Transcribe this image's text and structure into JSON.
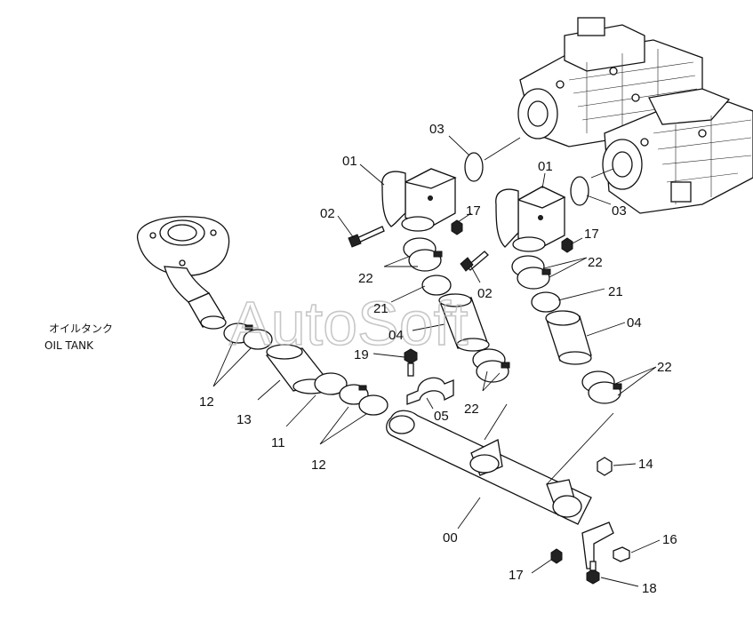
{
  "watermark": "AutoSoft",
  "tank_label": {
    "line1": "オイルタンク",
    "line2": "OIL TANK"
  },
  "callouts": {
    "c00": "00",
    "c01a": "01",
    "c01b": "01",
    "c02a": "02",
    "c02b": "02",
    "c03a": "03",
    "c03b": "03",
    "c04a": "04",
    "c04b": "04",
    "c05": "05",
    "c11": "11",
    "c12a": "12",
    "c12b": "12",
    "c13": "13",
    "c14": "14",
    "c16": "16",
    "c17a": "17",
    "c17b": "17",
    "c17c": "17",
    "c18": "18",
    "c19": "19",
    "c21a": "21",
    "c21b": "21",
    "c22a": "22",
    "c22b": "22",
    "c22c": "22",
    "c22d": "22"
  }
}
